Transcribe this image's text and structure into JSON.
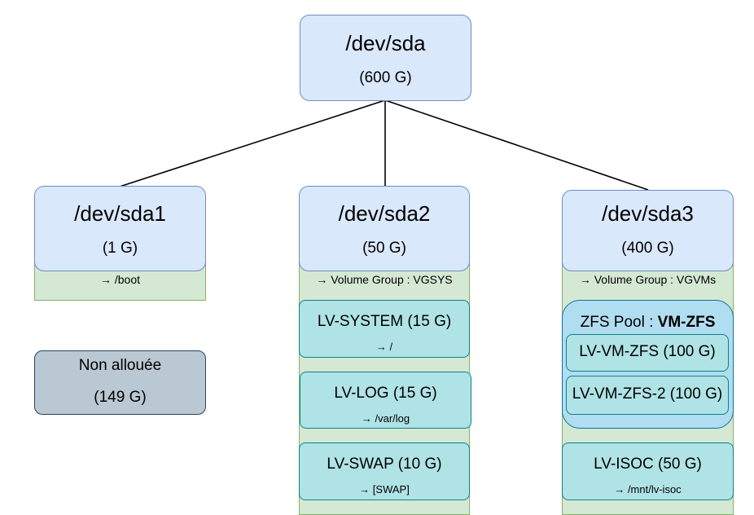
{
  "root": {
    "name": "/dev/sda",
    "size": "(600 G)"
  },
  "partitions": [
    {
      "name": "/dev/sda1",
      "size": "(1 G)",
      "note": "→ /boot"
    },
    {
      "name": "/dev/sda2",
      "size": "(50 G)",
      "note": "→ Volume Group : VGSYS"
    },
    {
      "name": "/dev/sda3",
      "size": "(400 G)",
      "note": "→ Volume Group : VGVMs"
    }
  ],
  "unallocated": {
    "label": "Non allouée",
    "size": "(149 G)"
  },
  "vgsys_volumes": [
    {
      "name": "LV-SYSTEM (15 G)",
      "mount": "→ /"
    },
    {
      "name": "LV-LOG (15 G)",
      "mount": "→ /var/log"
    },
    {
      "name": "LV-SWAP (10 G)",
      "mount": "→ [SWAP]"
    }
  ],
  "zfs_pool": {
    "prefix": "ZFS Pool : ",
    "name": "VM-ZFS",
    "volumes": [
      "LV-VM-ZFS (100 G)",
      "LV-VM-ZFS-2 (100 G)"
    ]
  },
  "vgvms_volumes": [
    {
      "name": "LV-ISOC (50 G)",
      "mount": "→ /mnt/lv-isoc"
    }
  ],
  "colors": {
    "disk_fill": "#dae8fc",
    "disk_stroke": "#6c8ebf",
    "vg_fill": "#d5e8d4",
    "vg_stroke": "#82b366",
    "lv_fill": "#b0e3e6",
    "lv_stroke": "#0e8088",
    "pool_fill": "#b1ddf0",
    "pool_stroke": "#10739e",
    "unalloc_fill": "#bac8d3",
    "unalloc_stroke": "#23445d"
  }
}
